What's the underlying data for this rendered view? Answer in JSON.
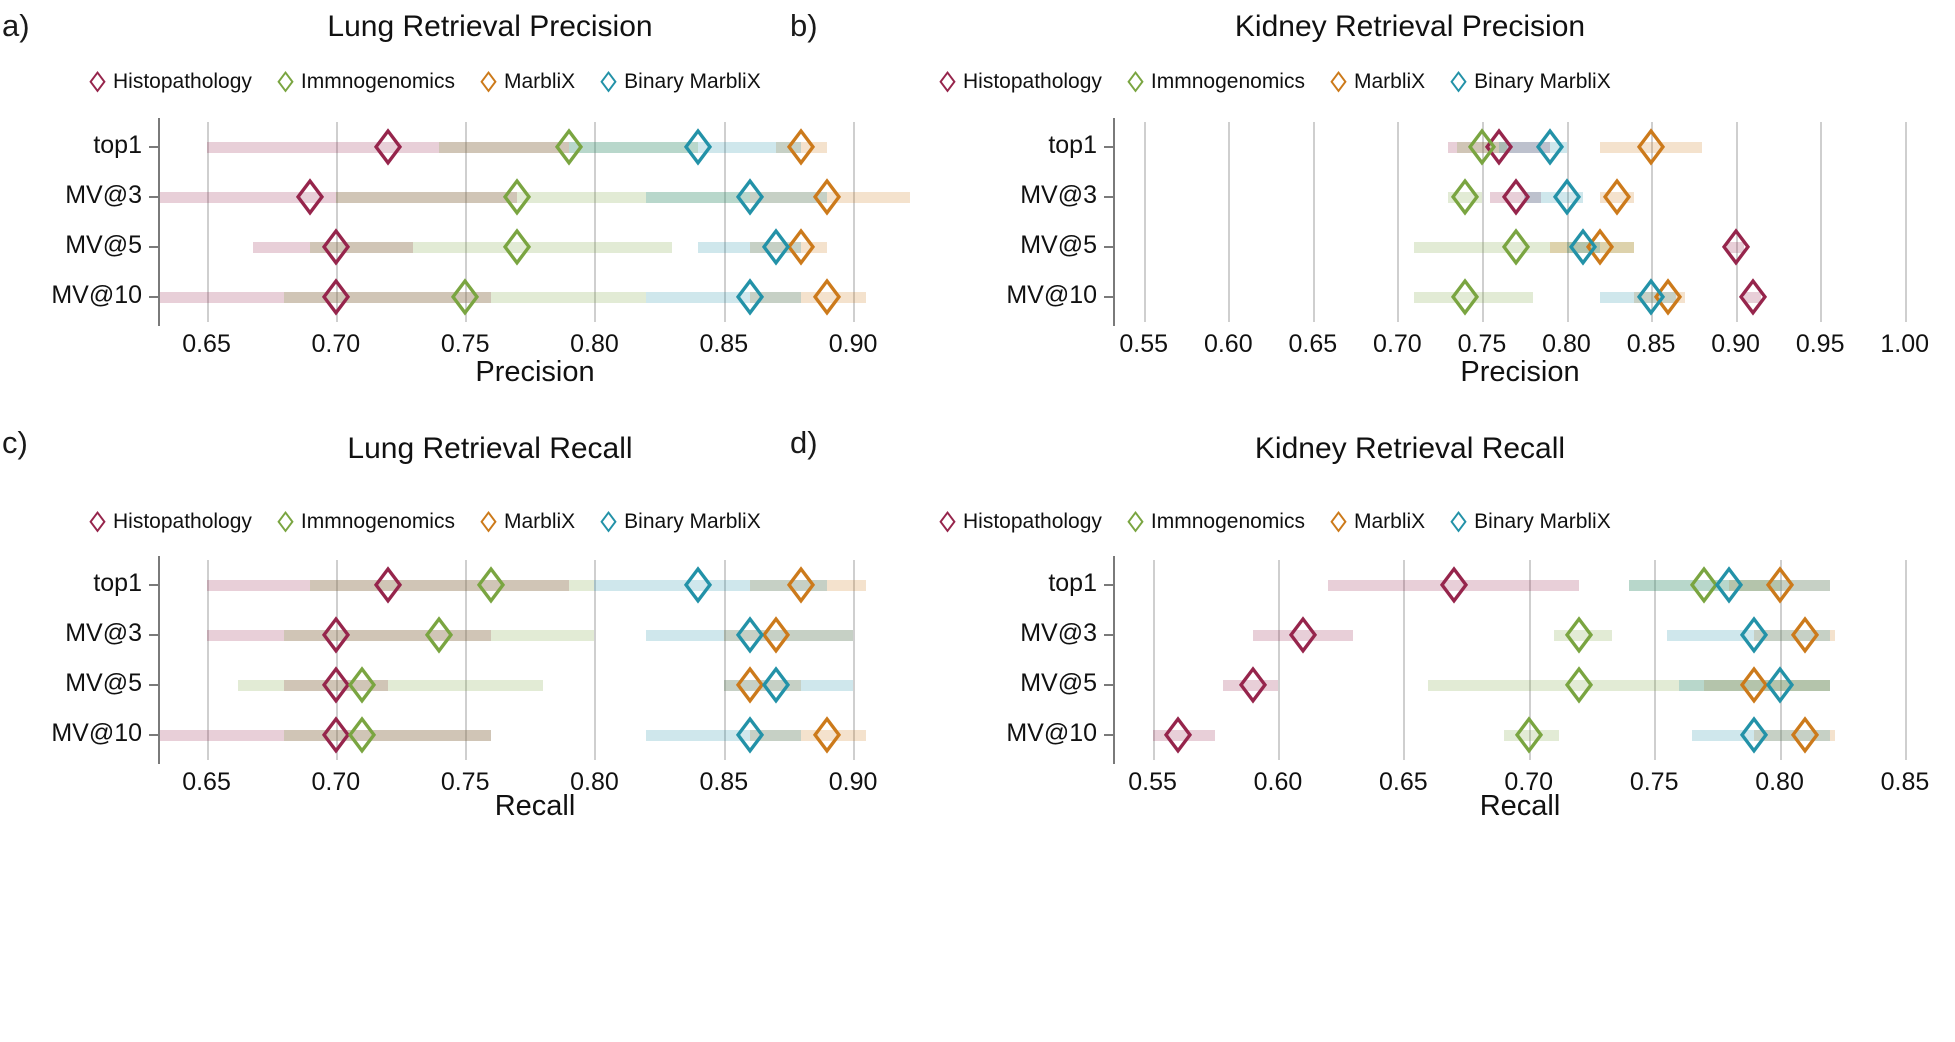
{
  "colors": {
    "histopathology": "#96254c",
    "immnogenomics": "#7aa541",
    "marblix": "#cc7a1b",
    "binary_marblix": "#2392a8",
    "grid": "#cfcfcf",
    "axis": "#7a7a7a",
    "text": "#111111"
  },
  "series_names": [
    "Histopathology",
    "Immnogenomics",
    "MarbliX",
    "Binary MarbliX"
  ],
  "categories": [
    "top1",
    "MV@3",
    "MV@5",
    "MV@10"
  ],
  "panels": [
    {
      "letter": "a)",
      "title": "Lung Retrieval Precision",
      "xlabel": "Precision",
      "legend": [
        "Histopathology",
        "Immnogenomics",
        "MarbliX",
        "Binary MarbliX"
      ]
    },
    {
      "letter": "b)",
      "title": "Kidney Retrieval Precision",
      "xlabel": "Precision",
      "legend": [
        "Histopathology",
        "Immnogenomics",
        "MarbliX",
        "Binary MarbliX"
      ]
    },
    {
      "letter": "c)",
      "title": "Lung Retrieval Recall",
      "xlabel": "Recall",
      "legend": [
        "Histopathology",
        "Immnogenomics",
        "MarbliX",
        "Binary MarbliX"
      ]
    },
    {
      "letter": "d)",
      "title": "Kidney Retrieval Recall",
      "xlabel": "Recall",
      "legend": [
        "Histopathology",
        "Immnogenomics",
        "MarbliX",
        "Binary MarbliX"
      ]
    }
  ],
  "chart_data": [
    {
      "type": "scatter",
      "title": "Lung Retrieval Precision",
      "xlabel": "Precision",
      "ylabel": "",
      "categories": [
        "top1",
        "MV@3",
        "MV@5",
        "MV@10"
      ],
      "xlim": [
        0.632,
        0.922
      ],
      "xticks": [
        0.65,
        0.7,
        0.75,
        0.8,
        0.85,
        0.9
      ],
      "xtick_labels": [
        "0.65",
        "0.70",
        "0.75",
        "0.80",
        "0.85",
        "0.90"
      ],
      "grid": true,
      "legend_position": "top",
      "series": [
        {
          "name": "Histopathology",
          "values": [
            0.72,
            0.69,
            0.7,
            0.7
          ],
          "ranges": [
            [
              0.65,
              0.79
            ],
            [
              0.632,
              0.77
            ],
            [
              0.668,
              0.73
            ],
            [
              0.632,
              0.76
            ]
          ]
        },
        {
          "name": "Immnogenomics",
          "values": [
            0.79,
            0.77,
            0.77,
            0.75
          ],
          "ranges": [
            [
              0.74,
              0.84
            ],
            [
              0.7,
              0.86
            ],
            [
              0.69,
              0.83
            ],
            [
              0.68,
              0.82
            ]
          ]
        },
        {
          "name": "MarbliX",
          "values": [
            0.88,
            0.89,
            0.88,
            0.89
          ],
          "ranges": [
            [
              0.87,
              0.89
            ],
            [
              0.86,
              0.922
            ],
            [
              0.86,
              0.89
            ],
            [
              0.86,
              0.905
            ]
          ]
        },
        {
          "name": "Binary MarbliX",
          "values": [
            0.84,
            0.86,
            0.87,
            0.86
          ],
          "ranges": [
            [
              0.79,
              0.88
            ],
            [
              0.82,
              0.89
            ],
            [
              0.84,
              0.88
            ],
            [
              0.82,
              0.88
            ]
          ]
        }
      ]
    },
    {
      "type": "scatter",
      "title": "Kidney Retrieval Precision",
      "xlabel": "Precision",
      "ylabel": "",
      "categories": [
        "top1",
        "MV@3",
        "MV@5",
        "MV@10"
      ],
      "xlim": [
        0.533,
        1.012
      ],
      "xticks": [
        0.55,
        0.6,
        0.65,
        0.7,
        0.75,
        0.8,
        0.85,
        0.9,
        0.95,
        1.0
      ],
      "xtick_labels": [
        "0.55",
        "0.60",
        "0.65",
        "0.70",
        "0.75",
        "0.80",
        "0.85",
        "0.90",
        "0.95",
        "1.00"
      ],
      "grid": true,
      "legend_position": "top",
      "series": [
        {
          "name": "Histopathology",
          "values": [
            0.76,
            0.77,
            0.9,
            0.91
          ],
          "ranges": [
            [
              0.73,
              0.79
            ],
            [
              0.755,
              0.785
            ],
            [
              0.895,
              0.905
            ],
            [
              0.905,
              0.915
            ]
          ]
        },
        {
          "name": "Immnogenomics",
          "values": [
            0.75,
            0.74,
            0.77,
            0.74
          ],
          "ranges": [
            [
              0.735,
              0.765
            ],
            [
              0.73,
              0.75
            ],
            [
              0.71,
              0.84
            ],
            [
              0.71,
              0.78
            ]
          ]
        },
        {
          "name": "MarbliX",
          "values": [
            0.85,
            0.83,
            0.82,
            0.86
          ],
          "ranges": [
            [
              0.82,
              0.88
            ],
            [
              0.82,
              0.84
            ],
            [
              0.79,
              0.84
            ],
            [
              0.84,
              0.87
            ]
          ]
        },
        {
          "name": "Binary MarbliX",
          "values": [
            0.79,
            0.8,
            0.81,
            0.85
          ],
          "ranges": [
            [
              0.76,
              0.8
            ],
            [
              0.775,
              0.81
            ],
            [
              0.8,
              0.82
            ],
            [
              0.82,
              0.865
            ]
          ]
        }
      ]
    },
    {
      "type": "scatter",
      "title": "Lung Retrieval Recall",
      "xlabel": "Recall",
      "ylabel": "",
      "categories": [
        "top1",
        "MV@3",
        "MV@5",
        "MV@10"
      ],
      "xlim": [
        0.632,
        0.922
      ],
      "xticks": [
        0.65,
        0.7,
        0.75,
        0.8,
        0.85,
        0.9
      ],
      "xtick_labels": [
        "0.65",
        "0.70",
        "0.75",
        "0.80",
        "0.85",
        "0.90"
      ],
      "grid": true,
      "legend_position": "top",
      "series": [
        {
          "name": "Histopathology",
          "values": [
            0.72,
            0.7,
            0.7,
            0.7
          ],
          "ranges": [
            [
              0.65,
              0.79
            ],
            [
              0.65,
              0.76
            ],
            [
              0.68,
              0.72
            ],
            [
              0.632,
              0.76
            ]
          ]
        },
        {
          "name": "Immnogenomics",
          "values": [
            0.76,
            0.74,
            0.71,
            0.71
          ],
          "ranges": [
            [
              0.69,
              0.8
            ],
            [
              0.68,
              0.8
            ],
            [
              0.662,
              0.78
            ],
            [
              0.68,
              0.76
            ]
          ]
        },
        {
          "name": "MarbliX",
          "values": [
            0.88,
            0.87,
            0.86,
            0.89
          ],
          "ranges": [
            [
              0.86,
              0.905
            ],
            [
              0.85,
              0.9
            ],
            [
              0.85,
              0.88
            ],
            [
              0.86,
              0.905
            ]
          ]
        },
        {
          "name": "Binary MarbliX",
          "values": [
            0.84,
            0.86,
            0.87,
            0.86
          ],
          "ranges": [
            [
              0.8,
              0.89
            ],
            [
              0.82,
              0.9
            ],
            [
              0.85,
              0.9
            ],
            [
              0.82,
              0.88
            ]
          ]
        }
      ]
    },
    {
      "type": "scatter",
      "title": "Kidney Retrieval Recall",
      "xlabel": "Recall",
      "ylabel": "",
      "categories": [
        "top1",
        "MV@3",
        "MV@5",
        "MV@10"
      ],
      "xlim": [
        0.535,
        0.858
      ],
      "xticks": [
        0.55,
        0.6,
        0.65,
        0.7,
        0.75,
        0.8,
        0.85
      ],
      "xtick_labels": [
        "0.55",
        "0.60",
        "0.65",
        "0.70",
        "0.75",
        "0.80",
        "0.85"
      ],
      "grid": true,
      "legend_position": "top",
      "series": [
        {
          "name": "Histopathology",
          "values": [
            0.67,
            0.61,
            0.59,
            0.56
          ],
          "ranges": [
            [
              0.62,
              0.72
            ],
            [
              0.59,
              0.63
            ],
            [
              0.578,
              0.6
            ],
            [
              0.55,
              0.575
            ]
          ]
        },
        {
          "name": "Immnogenomics",
          "values": [
            0.77,
            0.72,
            0.72,
            0.7
          ],
          "ranges": [
            [
              0.74,
              0.8
            ],
            [
              0.71,
              0.733
            ],
            [
              0.66,
              0.82
            ],
            [
              0.69,
              0.712
            ]
          ]
        },
        {
          "name": "MarbliX",
          "values": [
            0.8,
            0.81,
            0.79,
            0.81
          ],
          "ranges": [
            [
              0.78,
              0.82
            ],
            [
              0.79,
              0.822
            ],
            [
              0.77,
              0.82
            ],
            [
              0.79,
              0.822
            ]
          ]
        },
        {
          "name": "Binary MarbliX",
          "values": [
            0.78,
            0.79,
            0.8,
            0.79
          ],
          "ranges": [
            [
              0.74,
              0.82
            ],
            [
              0.755,
              0.82
            ],
            [
              0.76,
              0.82
            ],
            [
              0.765,
              0.82
            ]
          ]
        }
      ]
    }
  ]
}
